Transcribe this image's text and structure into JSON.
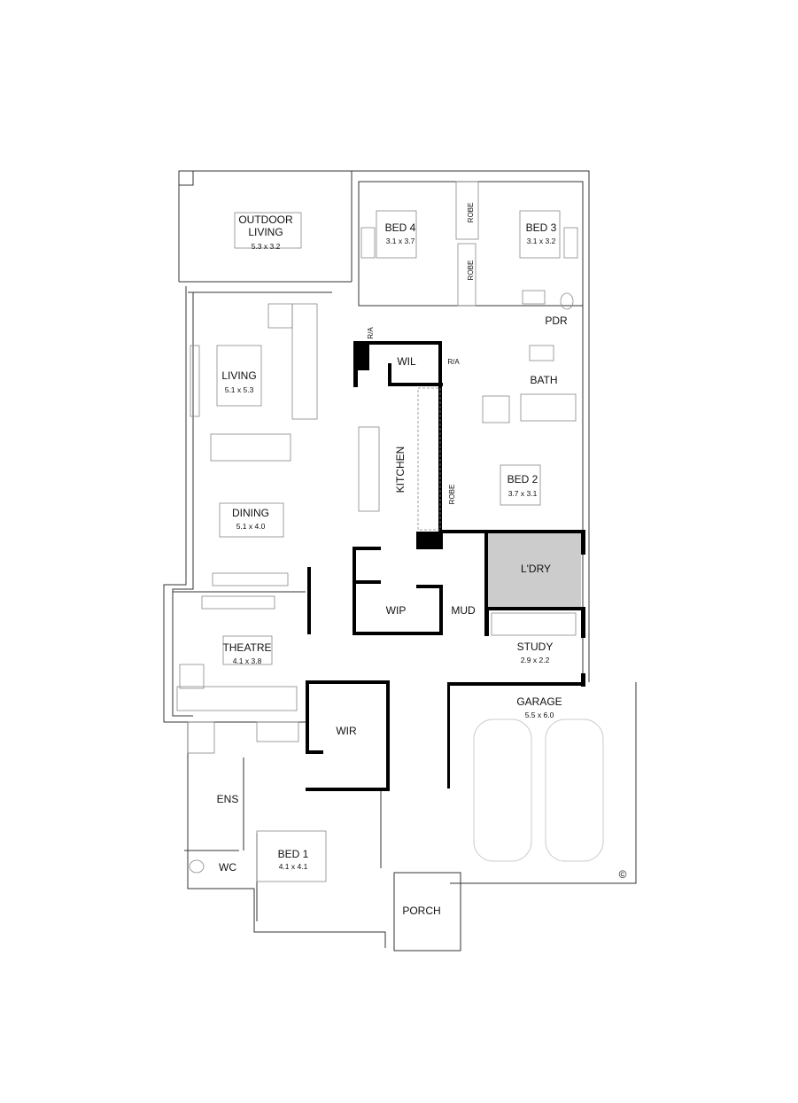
{
  "plan": {
    "rooms": {
      "outdoor_living": {
        "label_1": "OUTDOOR",
        "label_2": "LIVING",
        "dims": "5.3 x 3.2"
      },
      "bed4": {
        "label": "BED 4",
        "dims": "3.1 x 3.7"
      },
      "bed3": {
        "label": "BED 3",
        "dims": "3.1 x 3.2"
      },
      "robe_a": {
        "label": "ROBE"
      },
      "robe_b": {
        "label": "ROBE"
      },
      "robe_c": {
        "label": "ROBE"
      },
      "pdr": {
        "label": "PDR"
      },
      "living": {
        "label": "LIVING",
        "dims": "5.1 x 5.3"
      },
      "wil": {
        "label": "WIL"
      },
      "bath": {
        "label": "BATH"
      },
      "kitchen": {
        "label": "KITCHEN"
      },
      "bed2": {
        "label": "BED 2",
        "dims": "3.7 x 3.1"
      },
      "dining": {
        "label": "DINING",
        "dims": "5.1 x 4.0"
      },
      "laundry": {
        "label": "L'DRY"
      },
      "wip": {
        "label": "WIP"
      },
      "mud": {
        "label": "MUD"
      },
      "theatre": {
        "label": "THEATRE",
        "dims": "4.1 x 3.8"
      },
      "study": {
        "label": "STUDY",
        "dims": "2.9 x 2.2"
      },
      "garage": {
        "label": "GARAGE",
        "dims": "5.5 x 6.0"
      },
      "wir": {
        "label": "WIR"
      },
      "ens": {
        "label": "ENS"
      },
      "wc": {
        "label": "WC"
      },
      "bed1": {
        "label": "BED 1",
        "dims": "4.1 x 4.1"
      },
      "porch": {
        "label": "PORCH"
      }
    },
    "annotations": {
      "ra_1": "R/A",
      "ra_2": "R/A",
      "copyright": "©"
    },
    "colors": {
      "laundry_fill": "#cccccc",
      "wall": "#000000"
    }
  }
}
